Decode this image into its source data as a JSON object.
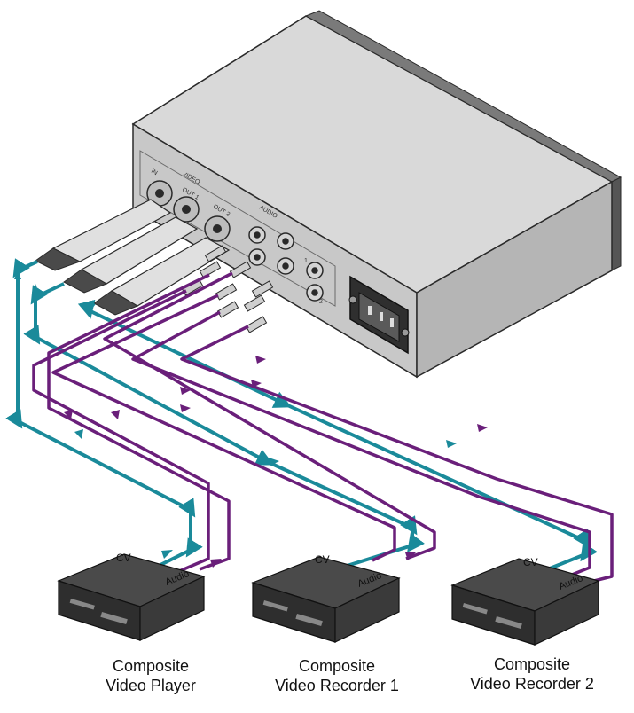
{
  "colors": {
    "cv_cable": "#1a8a9a",
    "audio_cable": "#6a1f7a",
    "chassis_top": "#d9d9d9",
    "chassis_front": "#c8c8c8",
    "device_body": "#3a3a3a",
    "outline": "#2a2a2a"
  },
  "panel": {
    "video_label": "VIDEO",
    "in_label": "IN",
    "out1_label": "OUT 1",
    "out2_label": "OUT 2",
    "audio_label": "AUDIO",
    "audio_in_label": "IN",
    "audio_out1_label": "1",
    "audio_out2_label": "2"
  },
  "devices": [
    {
      "cv_label": "CV",
      "audio_label": "Audio",
      "name_line1": "Composite",
      "name_line2": "Video Player"
    },
    {
      "cv_label": "CV",
      "audio_label": "Audio",
      "name_line1": "Composite",
      "name_line2": "Video Recorder 1"
    },
    {
      "cv_label": "CV",
      "audio_label": "Audio",
      "name_line1": "Composite",
      "name_line2": "Video Recorder 2"
    }
  ]
}
